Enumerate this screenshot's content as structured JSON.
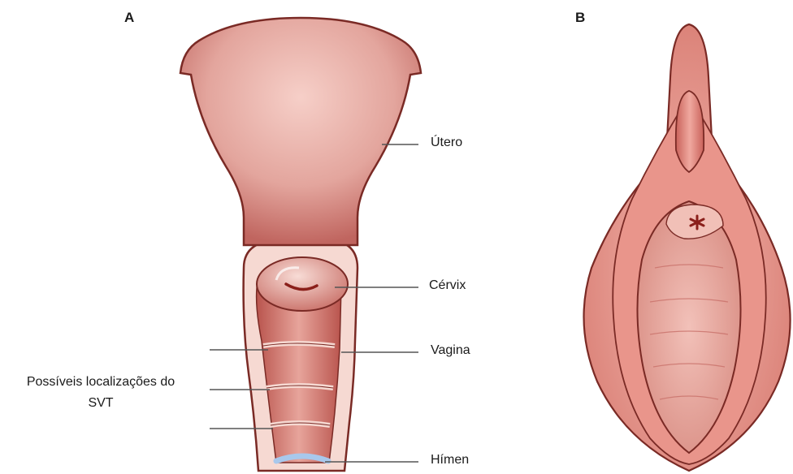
{
  "panels": {
    "a": {
      "letter": "A"
    },
    "b": {
      "letter": "B"
    }
  },
  "labels": {
    "uterus": "Útero",
    "cervix": "Cérvix",
    "vagina": "Vagina",
    "hymen": "Hímen",
    "svt_line1": "Possíveis localizações do",
    "svt_line2": "SVT"
  },
  "colors": {
    "tissue_light": "#f4c7c0",
    "tissue_mid": "#dd8c84",
    "tissue_dark": "#b5544e",
    "outline": "#7a2a25",
    "wall": "#f6d9d2",
    "hymen": "#a8c8ec",
    "leader_line": "#555555"
  }
}
